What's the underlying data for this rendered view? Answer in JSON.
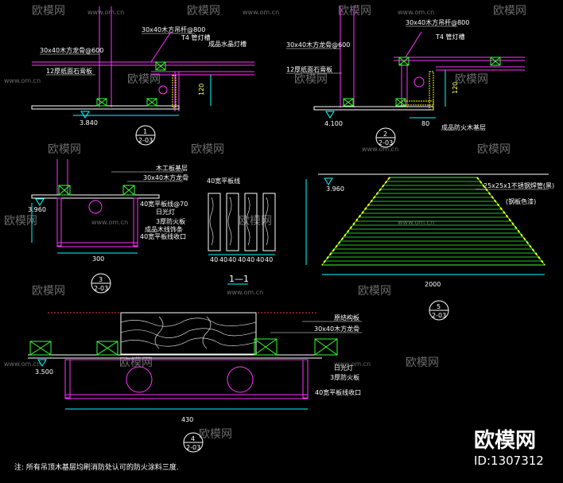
{
  "watermarks": {
    "brand": "欧模网",
    "url": "www.om.cn"
  },
  "detail1": {
    "ceiling_label": "30x40木方吊杆@800",
    "joist_label": "30x40木方龙骨@600",
    "lamp_label": "T4 管灯槽",
    "board_label": "12厚纸面石膏板",
    "panel_label": "成品水晶灯槽",
    "dim_120": "120",
    "elevation": "3.840",
    "number": "1",
    "sheet": "2-03"
  },
  "detail2": {
    "ceiling_label": "30x40木方吊杆@800",
    "joist_label": "30x40木方龙骨@600",
    "lamp_label": "T4 管灯槽",
    "board_label": "12厚纸面石膏板",
    "note_label": "成品防火木基层",
    "dim_120": "120",
    "dim_80": "80",
    "elevation": "4.100",
    "number": "2",
    "sheet": "2-03"
  },
  "detail3": {
    "label1": "木工板基层",
    "label2": "30x40木方龙骨",
    "label3": "40宽平板线@70",
    "label4": "日光灯",
    "label5": "3厚防火板",
    "label6": "成品木线饰条",
    "label7": "40宽平板线收口",
    "dim_300": "300",
    "elevation": "3.960",
    "number": "3",
    "sheet": "2-03"
  },
  "section11": {
    "top_label": "40宽平板线",
    "dims": [
      "40",
      "40",
      "40",
      "40",
      "40",
      "40",
      "40"
    ],
    "title": "1—1"
  },
  "detail5": {
    "label1": "25x25x1不锈钢焊管(黑)",
    "label2": "(钢板色漆)",
    "dim_2000": "2000",
    "elevation": "3.960",
    "number": "5",
    "sheet": "2-03"
  },
  "detail4": {
    "label_top": "原结构板",
    "label_joist": "30x40木方龙骨",
    "label_lamp": "日光灯",
    "label_fire": "3厚防火板",
    "label_edge": "40宽平板线收口",
    "dim_430": "430",
    "elevation": "3.500",
    "number": "4",
    "sheet": "2-03"
  },
  "footer": {
    "note": "注: 所有吊顶木基层均刷消防处认可的防火涂料三度.",
    "brand": "欧模网",
    "id": "ID:1307312"
  },
  "colors": {
    "background": "#000000",
    "line_white": "#ffffff",
    "structure_magenta": "#ff33ff",
    "wood_green": "#33ff33",
    "hatch_yellow": "#ffff00",
    "dim_cyan": "#00ffff",
    "wall_red": "#ff3333",
    "watermark": "#6b6b6b"
  }
}
